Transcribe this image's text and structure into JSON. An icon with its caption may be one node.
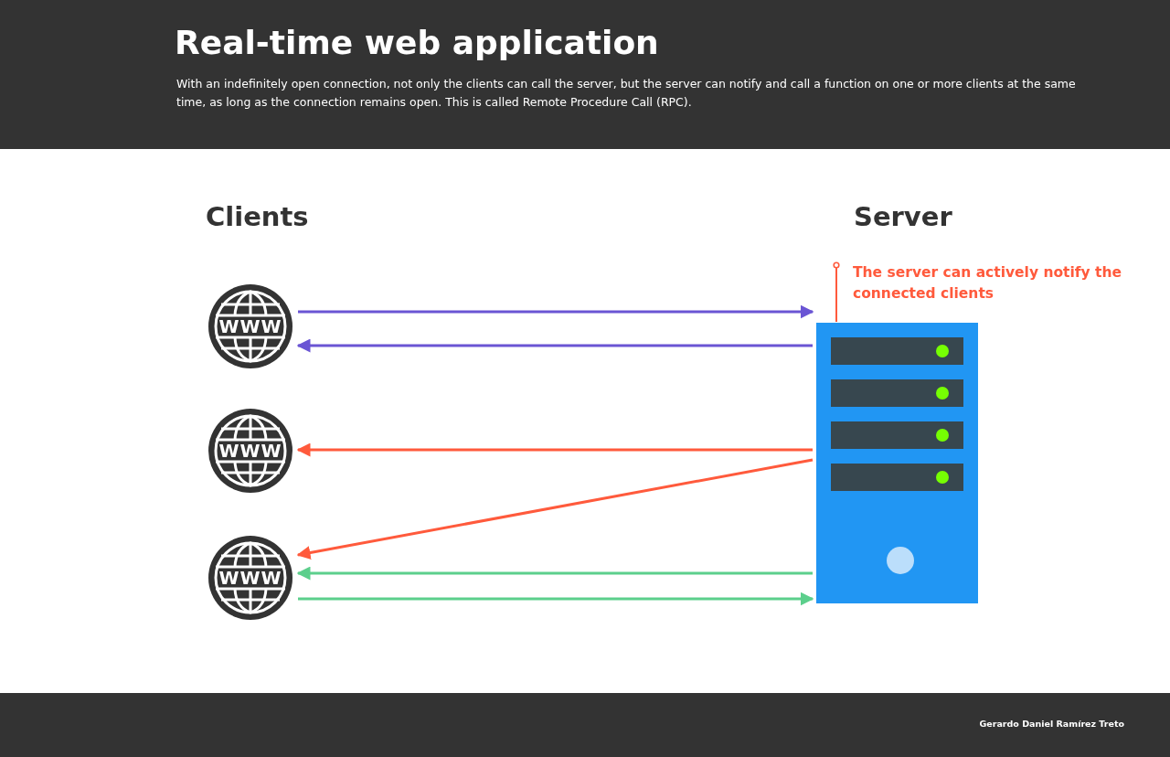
{
  "diagram": {
    "title": "Real-time web application",
    "nodes": [
      {
        "text": [
          "WWW"
        ]
      },
      {
        "text": [
          "WWW"
        ]
      },
      {
        "text": [
          "WWW"
        ]
      },
      {
        "text": [],
        "shape": "picture"
      },
      {
        "text": [
          "The server can actively notify the connected clients"
        ]
      }
    ],
    "edges": [
      {
        "from": 0,
        "to": 3,
        "arrow": "to",
        "color": "#6a55d4"
      },
      {
        "from": 3,
        "to": 0,
        "arrow": "to",
        "color": "#6a55d4"
      },
      {
        "from": 3,
        "to": 1,
        "arrow": "to",
        "color": "#ff5a3c"
      },
      {
        "from": 3,
        "to": 2,
        "arrow": "to",
        "color": "#ff5a3c"
      },
      {
        "from": 3,
        "to": 2,
        "arrow": "to",
        "color": "#5ccf8c"
      },
      {
        "from": 2,
        "to": 3,
        "arrow": "to",
        "color": "#5ccf8c"
      },
      {
        "from": 4,
        "to": 3,
        "arrow": "other",
        "color": "#ff5a3c"
      }
    ],
    "labels": [
      "With an indefinitely open connection, not only the clients can call the server, but the server can notify and call a function on one or more clients at the same time, as long as the connection remains open. This is called Remote Procedure Call (RPC).",
      "Clients",
      "Server",
      "Gerardo Daniel Ramírez Treto"
    ]
  }
}
